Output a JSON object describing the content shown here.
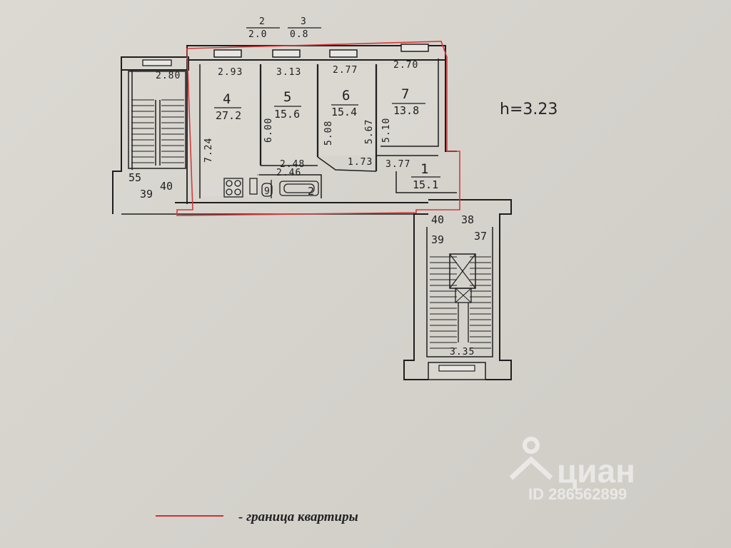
{
  "header_fractions": [
    {
      "top": "2",
      "bottom": "2.0"
    },
    {
      "top": "3",
      "bottom": "0.8"
    }
  ],
  "ceiling_height": "h=3.23",
  "rooms": [
    {
      "number": "4",
      "area": "27.2",
      "width": "2.93",
      "length": "7.24"
    },
    {
      "number": "5",
      "area": "15.6",
      "width": "3.13",
      "length": "6.00"
    },
    {
      "number": "6",
      "area": "15.4",
      "width": "2.77",
      "length": "5.08"
    },
    {
      "number": "7",
      "area": "13.8",
      "width": "2.70",
      "length": "5.10"
    },
    {
      "number": "1",
      "area": "15.1",
      "width": "3.77"
    }
  ],
  "dimensions": {
    "stair_left_width": "2.80",
    "room6_right_len": "5.67",
    "corridor_a": "2.48",
    "corridor_b": "2.46",
    "corridor_c": "1.73",
    "stair_bottom_width": "3.35"
  },
  "small_labels": {
    "bath_number": "2",
    "wc_number": "9",
    "left_stair_top_left": "55",
    "left_stair_top_right": "40",
    "left_stair_bottom_left": "39",
    "right_stair_top_left": "40",
    "right_stair_top_right": "38",
    "right_stair_bottom_left": "39",
    "right_stair_bottom_right": "37"
  },
  "legend": {
    "text": "- граница квартиры",
    "line_color": "#d03030"
  },
  "watermark": {
    "brand": "циан",
    "id": "ID 286562899"
  },
  "colors": {
    "boundary": "#d33a3a",
    "ink": "#1e1e1e"
  }
}
